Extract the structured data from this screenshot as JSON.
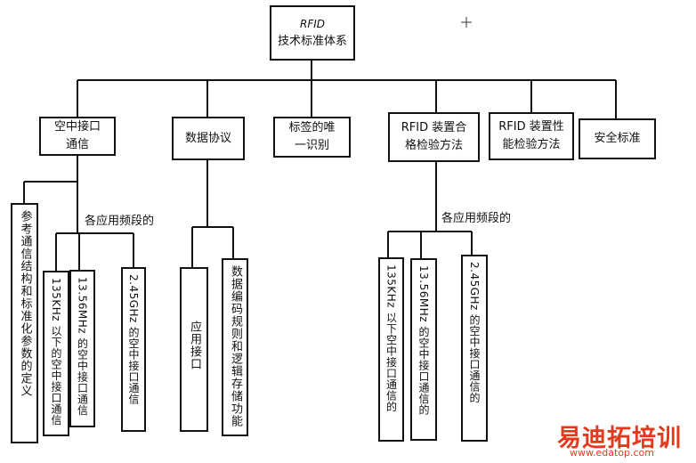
{
  "root": {
    "line1": "RFID",
    "line2": "技术标准体系"
  },
  "categories": [
    {
      "line1": "空中接口",
      "line2": "通信"
    },
    {
      "line1": "数据协议",
      "line2": ""
    },
    {
      "line1": "标签的唯",
      "line2": "一识别"
    },
    {
      "line1": "RFID 装置合",
      "line2": "格检验方法"
    },
    {
      "line1": "RFID 装置性",
      "line2": "能检验方法"
    },
    {
      "line1": "安全标准",
      "line2": ""
    }
  ],
  "air_interface": {
    "reference": "参考通信结构和标准化参数的定义",
    "group_label": "各应用频段的",
    "items": [
      "135KHz 以下的空中接口通信",
      "13.56MHz 的空中接口通信",
      "2.45GHz 的空中接口通信"
    ]
  },
  "data_protocol": {
    "items": [
      "应用接口",
      "数据编码规则和逻辑存储功能"
    ]
  },
  "conformance": {
    "group_label": "各应用频段的",
    "items": [
      "135KHz 以下空中接口通信的",
      "13.56MHz 的空中接口通信的",
      "2.45GHz 的空中接口通信的"
    ]
  },
  "watermark": {
    "brand": "易迪拓培训",
    "url": "www.edatop.com"
  }
}
